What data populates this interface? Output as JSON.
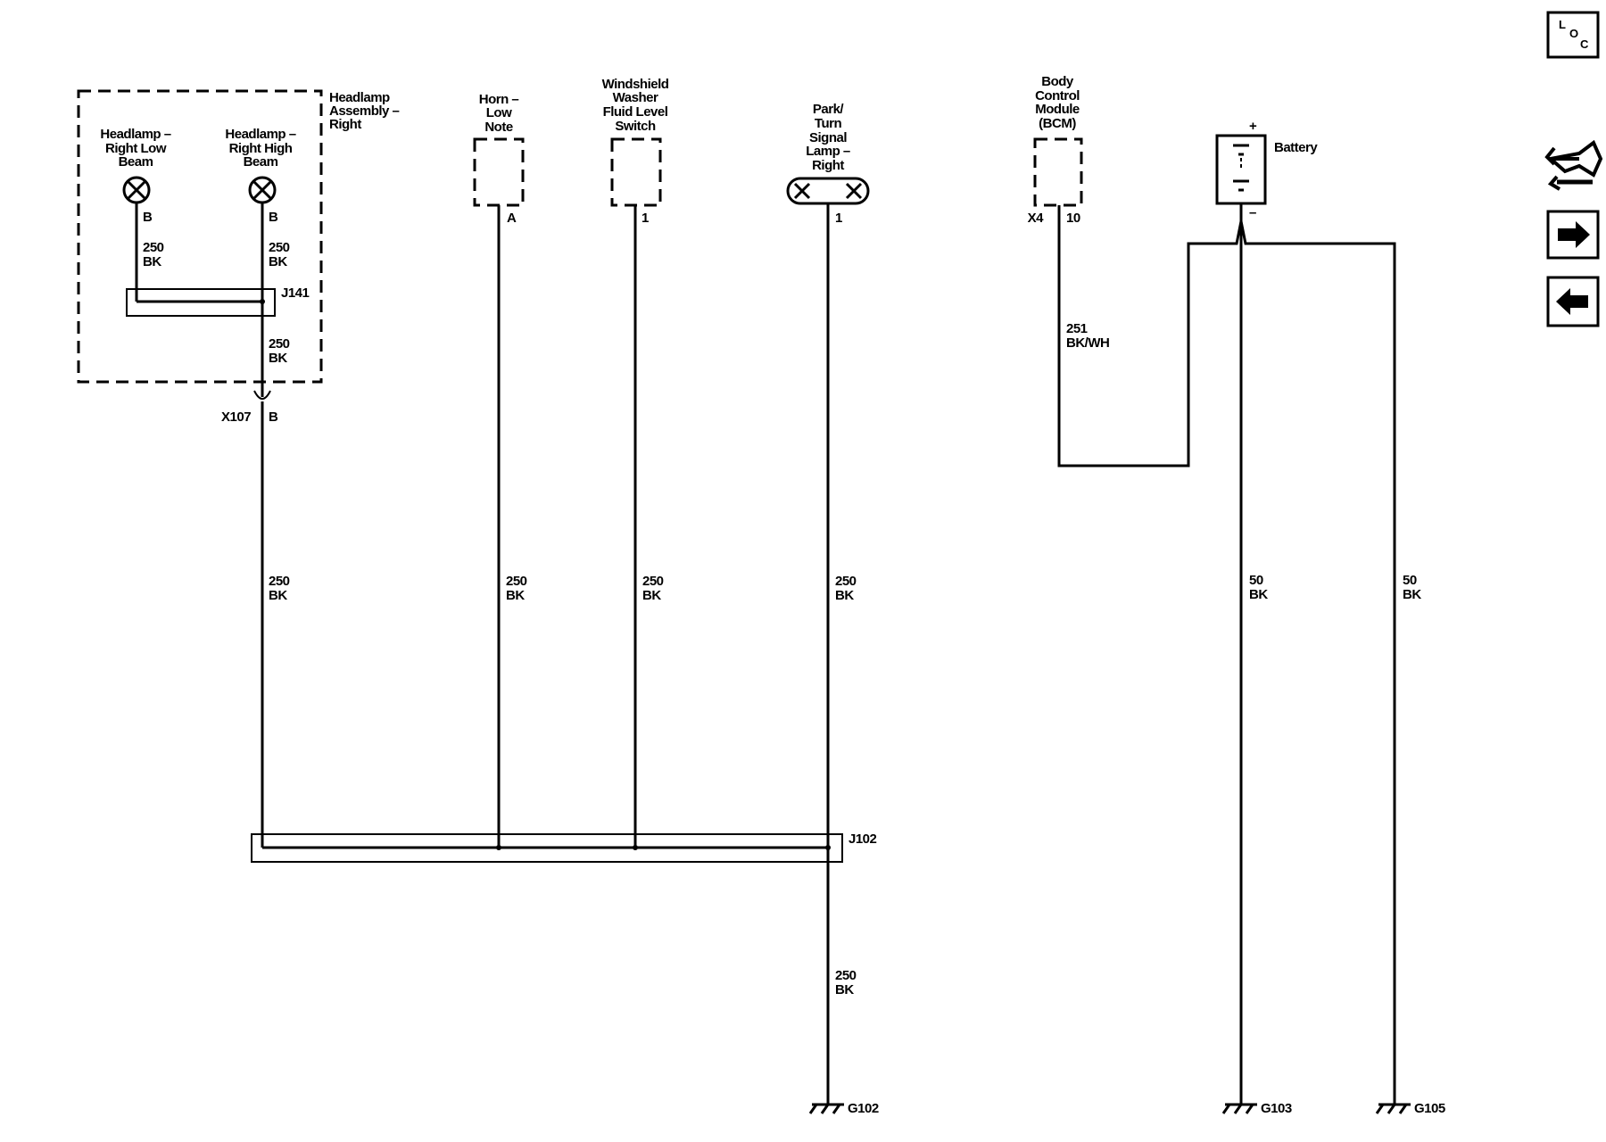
{
  "components": {
    "headlamp_assembly": [
      "Headlamp",
      "Assembly –",
      "Right"
    ],
    "low_beam": [
      "Headlamp –",
      "Right Low",
      "Beam"
    ],
    "high_beam": [
      "Headlamp –",
      "Right High",
      "Beam"
    ],
    "horn": [
      "Horn –",
      "Low",
      "Note"
    ],
    "washer_switch": [
      "Windshield",
      "Washer",
      "Fluid Level",
      "Switch"
    ],
    "park_lamp": [
      "Park/",
      "Turn",
      "Signal",
      "Lamp –",
      "Right"
    ],
    "bcm": [
      "Body",
      "Control",
      "Module",
      "(BCM)"
    ],
    "battery": "Battery"
  },
  "pins": {
    "low_beam": "B",
    "high_beam": "B",
    "horn": "A",
    "washer_switch": "1",
    "park_lamp": "1",
    "bcm_connector": "X4",
    "bcm_pin": "10",
    "battery_pos": "+",
    "battery_neg": "–"
  },
  "splices": {
    "j141": "J141",
    "j102": "J102"
  },
  "connectors": {
    "x107": "X107",
    "x107_pin": "B"
  },
  "wires": {
    "low_beam": [
      "250",
      "BK"
    ],
    "high_beam": [
      "250",
      "BK"
    ],
    "j141_out": [
      "250",
      "BK"
    ],
    "headlamp_trunk": [
      "250",
      "BK"
    ],
    "horn": [
      "250",
      "BK"
    ],
    "washer": [
      "250",
      "BK"
    ],
    "park_lamp": [
      "250",
      "BK"
    ],
    "g102_feed": [
      "250",
      "BK"
    ],
    "bcm": [
      "251",
      "BK/WH"
    ],
    "g103": [
      "50",
      "BK"
    ],
    "g105": [
      "50",
      "BK"
    ]
  },
  "grounds": {
    "g102": "G102",
    "g103": "G103",
    "g105": "G105"
  },
  "nav": {
    "loc": [
      "L",
      "O",
      "C"
    ]
  },
  "icons": {
    "loc": "location-icon",
    "harness": "harness-tool-icon",
    "next": "arrow-right-icon",
    "prev": "arrow-left-icon"
  }
}
